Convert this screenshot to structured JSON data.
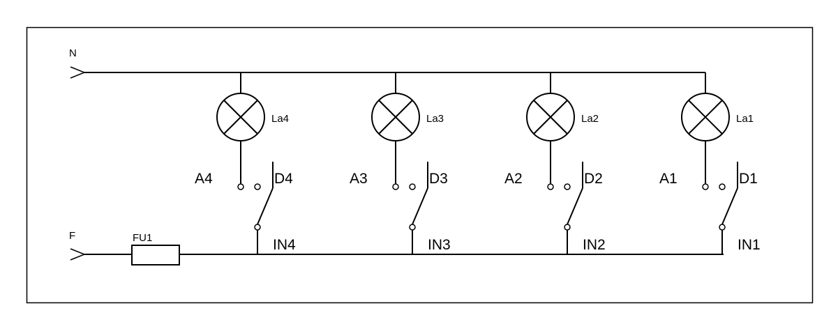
{
  "labels": {
    "neutral": "N",
    "phase": "F",
    "fuse": "FU1"
  },
  "circuits": [
    {
      "lamp": "La4",
      "output": "A4",
      "switch": "D4",
      "input": "IN4"
    },
    {
      "lamp": "La3",
      "output": "A3",
      "switch": "D3",
      "input": "IN3"
    },
    {
      "lamp": "La2",
      "output": "A2",
      "switch": "D2",
      "input": "IN2"
    },
    {
      "lamp": "La1",
      "output": "A1",
      "switch": "D1",
      "input": "IN1"
    }
  ]
}
